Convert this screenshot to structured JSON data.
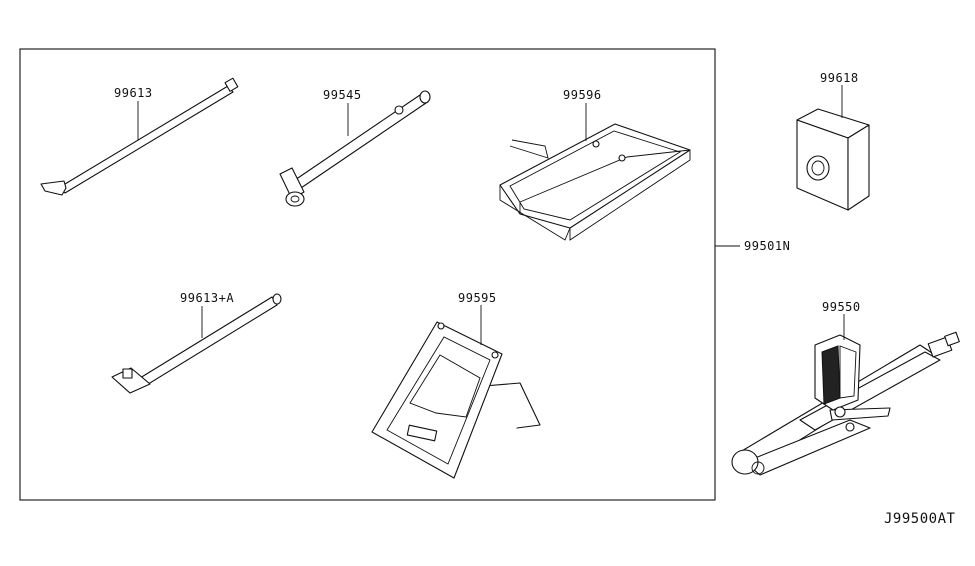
{
  "diagram": {
    "parts": [
      {
        "id": "p1",
        "number": "99613"
      },
      {
        "id": "p2",
        "number": "99545"
      },
      {
        "id": "p3",
        "number": "99596"
      },
      {
        "id": "p4",
        "number": "99613+A"
      },
      {
        "id": "p5",
        "number": "99595"
      },
      {
        "id": "p6",
        "number": "99618"
      },
      {
        "id": "p7",
        "number": "99550"
      }
    ],
    "kit_label": "99501N",
    "drawing_code": "J99500AT"
  }
}
